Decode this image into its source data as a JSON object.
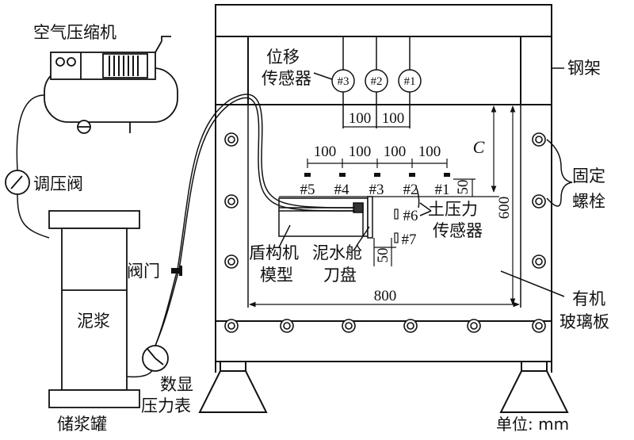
{
  "labels": {
    "compressor": "空气压缩机",
    "pressure_valve": "调压阀",
    "storage_tank": "储浆罐",
    "slurry": "泥浆",
    "valve": "阀门",
    "gauge_line1": "数显",
    "gauge_line2": "压力表",
    "displacement_line1": "位移",
    "displacement_line2": "传感器",
    "steel_frame": "钢架",
    "fixing_line1": "固定",
    "fixing_line2": "螺栓",
    "earth_pressure_line1": "土压力",
    "earth_pressure_line2": "传感器",
    "shield_line1": "盾构机",
    "shield_line2": "模型",
    "cutter_line1": "泥水舱",
    "cutter_line2": "刀盘",
    "plexiglass_line1": "有机",
    "plexiglass_line2": "玻璃板",
    "unit": "单位: mm"
  },
  "displacement_sensors": [
    "#3",
    "#2",
    "#1"
  ],
  "pressure_sensors_top": [
    "#5",
    "#4",
    "#3",
    "#2",
    "#1"
  ],
  "pressure_sensors_side": [
    "#6",
    "#7"
  ],
  "dimensions": {
    "disp_spacing": [
      "100",
      "100"
    ],
    "sensor_spacing": [
      "100",
      "100",
      "100",
      "100"
    ],
    "top_offset": "50",
    "side_offset": "50",
    "cover": "C",
    "height": "600",
    "width": "800"
  }
}
